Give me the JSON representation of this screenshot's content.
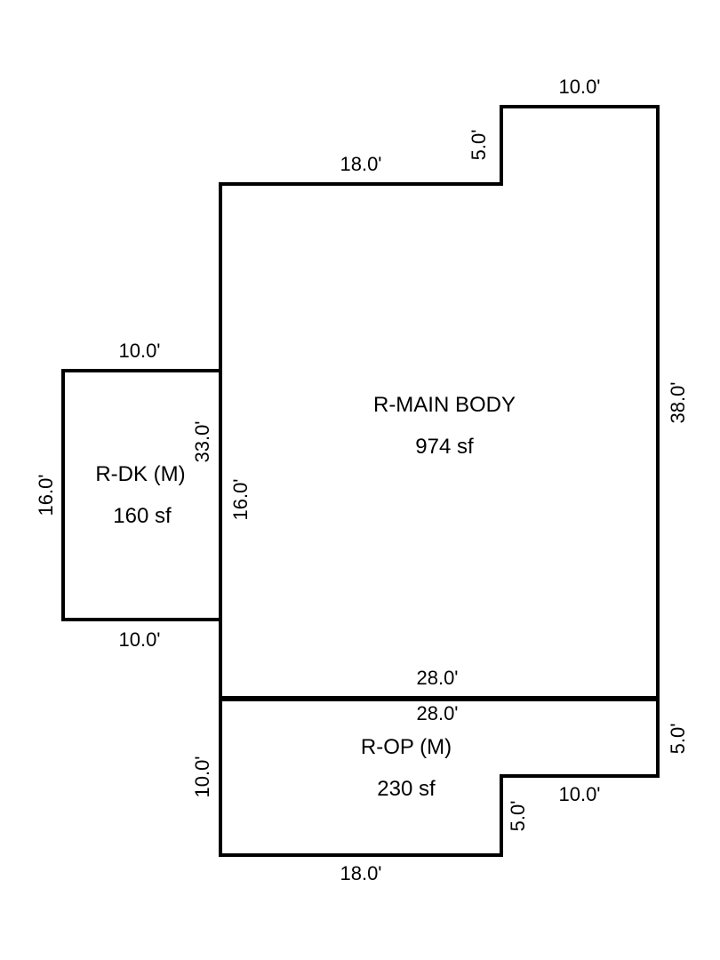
{
  "areas": {
    "main_body": {
      "label": "R-MAIN BODY",
      "size": "974 sf"
    },
    "deck": {
      "label": "R-DK (M)",
      "size": "160 sf"
    },
    "porch": {
      "label": "R-OP (M)",
      "size": "230 sf"
    }
  },
  "dimensions": {
    "main_top_step": "10.0'",
    "main_step_height": "5.0'",
    "main_top_left": "18.0'",
    "main_right": "38.0'",
    "main_left": "33.0'",
    "main_bottom": "28.0'",
    "deck_top": "10.0'",
    "deck_bottom": "10.0'",
    "deck_left": "16.0'",
    "deck_right": "16.0'",
    "porch_top": "28.0'",
    "porch_right": "5.0'",
    "porch_step_width": "10.0'",
    "porch_step_height": "5.0'",
    "porch_bottom": "18.0'",
    "porch_left": "10.0'"
  }
}
